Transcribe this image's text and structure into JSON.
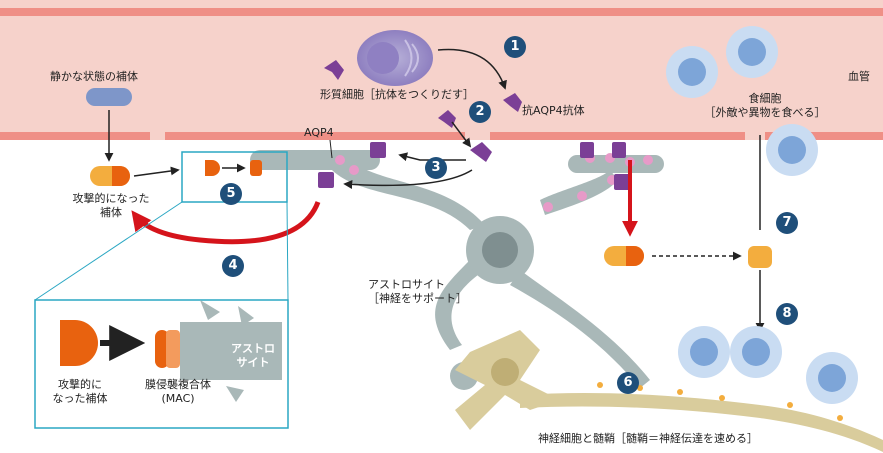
{
  "labels": {
    "blood_vessel": "血管",
    "quiet_complement": "静かな状態の補体",
    "activated_complement": "攻撃的になった\n補体",
    "plasma_cell": "形質細胞［抗体をつくりだす］",
    "anti_aqp4": "抗AQP4抗体",
    "aqp4": "AQP4",
    "phagocyte": "食細胞\n［外敵や異物を食べる］",
    "astrocyte": "アストロサイト\n［神経をサポート］",
    "neuron_myelin": "神経細胞と髄鞘［髄鞘＝神経伝達を速める］",
    "inset_activated_complement": "攻撃的に\nなった補体",
    "inset_mac": "膜侵襲複合体\n(MAC)",
    "inset_astrocyte": "アストロ\nサイト"
  },
  "steps": [
    "1",
    "2",
    "3",
    "4",
    "5",
    "6",
    "7",
    "8"
  ],
  "colors": {
    "vessel": "#f6d2cb",
    "vessel_border": "#ef8f86",
    "astrocyte": "#a9b8b8",
    "antibody": "#7b3f96",
    "complement_orange": "#e8620f",
    "complement_yellow": "#f3ad3e",
    "phagocyte": "#7da5d8",
    "neuron": "#d9cc9c",
    "red_arrow": "#d5141b",
    "step_circle": "#1f4f7a",
    "inset_border": "#2aa7c3"
  }
}
